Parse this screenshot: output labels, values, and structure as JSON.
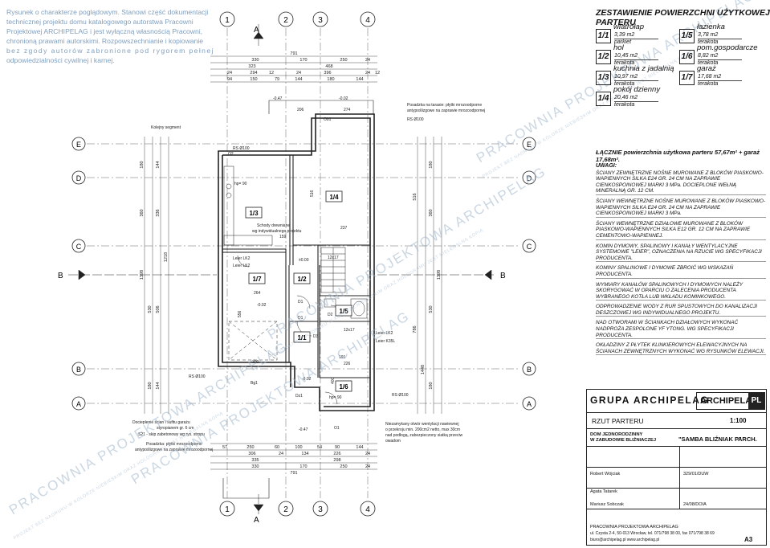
{
  "disclaimer": {
    "lines": [
      "Rysunek o charakterze poglądowym. Stanowi część dokumentacji",
      "technicznej projektu domu katalogowego autorstwa Pracowni",
      "Projektowej ARCHIPELAG i jest wyłączną własnością Pracowni,",
      "chronioną prawami autorskimi. Rozpowszechnianie i kopiowanie",
      "bez zgody autorów zabronione pod rygorem pełnej",
      "odpowiedzialności cywilnej i karnej."
    ]
  },
  "watermark": {
    "main": "PRACOWNIA PROJEKTOWA ARCHIPELAG",
    "sub": "PROJEKT BEZ NADRUKU W KOLORZE NIEBIESKIM ORAZ HOLOGRAMU JEST NIELEGALNĄ KOPIĄ"
  },
  "plan": {
    "axes_top": [
      "1",
      "2",
      "3",
      "4"
    ],
    "axes_left": [
      "E",
      "D",
      "C",
      "B",
      "A"
    ],
    "section_mark": "A",
    "section_side": "B",
    "top_dims_row1": [
      "791"
    ],
    "top_dims_row2": [
      "330",
      "170",
      "250",
      "24"
    ],
    "top_dims_row3": [
      "323",
      "468"
    ],
    "top_dims_row4": [
      "24",
      "294",
      "12",
      "24",
      "396",
      "24",
      "12"
    ],
    "top_dims_row5": [
      "94",
      "150",
      "79",
      "144",
      "180",
      "144"
    ],
    "bottom_dims_row1": [
      "57",
      "250",
      "60",
      "100",
      "54",
      "90",
      "144"
    ],
    "bottom_dims_row2": [
      "306",
      "24",
      "134",
      "226",
      "24"
    ],
    "bottom_dims_row3": [
      "335",
      "298"
    ],
    "bottom_dims_row4": [
      "330",
      "170",
      "250",
      "24"
    ],
    "bottom_dims_row5": [
      "791"
    ],
    "left_dims": [
      "180",
      "360",
      "1398",
      "530",
      "180"
    ],
    "left_dims2": [
      "144",
      "336",
      "1218",
      "506",
      "144"
    ],
    "right_dims": [
      "180",
      "360",
      "1398",
      "530",
      "180"
    ],
    "right_dims2": [
      "516",
      "786",
      "1448"
    ],
    "room_tags": {
      "r11": "1/1",
      "r12": "1/2",
      "r13": "1/3",
      "r14": "1/4",
      "r15": "1/5",
      "r16": "1/6",
      "r17": "1/7"
    },
    "labels": {
      "kolejny_segment": "Kolejny segment",
      "rs100_top": "RS Ø100",
      "rs100_left": "RS Ø100",
      "rs100_right": "RS Ø100",
      "rs100_mid": "RS Ø100",
      "posadzka_taras": "Posadzka na tarasie: płytki mrozoodporne",
      "posadzka_taras2": "antypoślizgowe na zaprawie mrozoodpornej",
      "schody": "Schody drewniane",
      "schody2": "wg indywidualnego projektu",
      "leier1": "Leier LK2",
      "leier2": "Leier LK2",
      "leier3": "Leier LK2",
      "leier4": "Leier K35L",
      "docieplenie": "Docieplenie ścian i sufitu garażu",
      "docieplenie2": "styropianem gr. 6 cm",
      "s21": "S21 - skip zabetonowy wg rys. stropu",
      "posadzka_garaz": "Posadzka: płytki mrozoodporne",
      "posadzka_garaz2": "antypoślizgowe na zaprawie mrozoodpornej",
      "niezamykany": "Niezamykany otwór wentylacji nawiewnej",
      "niezamykany2": "o przekroju min. 200cm2 netto, max 30cm",
      "niezamykany3": "nad podłogą, zabezpieczony siatką przeciw",
      "niezamykany4": "owadom",
      "hp90a": "hp= 90",
      "hp90b": "hp= 90",
      "lvl1": "-0.47",
      "lvl2": "-0.02",
      "lvl3": "±0.00",
      "lvl4": "-0.02",
      "lvl5": "-0.47",
      "lvl6": "-0.02",
      "ob1": "Ob1",
      "o2": "O2",
      "o1": "O1",
      "d1": "D1",
      "d1b": "D1",
      "dz1": "Dz1",
      "bg1": "Bg1",
      "d2": "D2",
      "d3": "D3",
      "s12x17a": "12x17",
      "s12x17b": "12x17",
      "n159": "159",
      "n237": "237",
      "n206": "206",
      "n274": "274",
      "n264": "264",
      "n556": "556",
      "n300": "300",
      "n191": "191",
      "n226": "226",
      "n516": "516",
      "n400": "400"
    }
  },
  "summary": {
    "title": "ZESTAWIENIE POWIERZCHNI UŻYTKOWEJ PARTERU",
    "rooms": [
      {
        "num": "1/1",
        "name": "wiatrołap",
        "area": "3,39 m2",
        "floor": "parkiet"
      },
      {
        "num": "1/2",
        "name": "hol",
        "area": "10,45 m2",
        "floor": "terakota"
      },
      {
        "num": "1/3",
        "name": "kuchnia z jadalnią",
        "area": "10,97 m2",
        "floor": "terakota"
      },
      {
        "num": "1/4",
        "name": "pokój dzienny",
        "area": "20,46 m2",
        "floor": "terakota"
      },
      {
        "num": "1/5",
        "name": "łazienka",
        "area": "3,78 m2",
        "floor": "terakota"
      },
      {
        "num": "1/6",
        "name": "pom.gospodarcze",
        "area": "8,82 m2",
        "floor": "terakota"
      },
      {
        "num": "1/7",
        "name": "garaż",
        "area": "17,68 m2",
        "floor": "terakota"
      }
    ],
    "total": "ŁĄCZNIE powierzchnia użytkowa parteru 57,67m² + garaż 17,68m².",
    "notes_title": "UWAGI:",
    "notes": [
      "ŚCIANY ZEWNĘTRZNE NOŚNE MUROWANE Z BLOKÓW PIASKOWO-WAPIENNYCH SILKA E24 GR. 24 CM NA ZAPRAWIE CIENKOSPOINOWEJ MARKI 3 MPa. DOCIEPLONE WEŁNĄ MINERALNĄ GR. 12 CM.",
      "ŚCIANY WEWNĘTRZNE NOŚNE MUROWANE Z BLOKÓW PIASKOWO-WAPIENNYCH SILKA E24 GR. 24 CM NA ZAPRAWIE CIENKOSPOINOWEJ MARKI 3 MPa.",
      "ŚCIANY WEWNĘTRZNE DZIAŁOWE MUROWANE Z BLOKÓW PIASKOWO-WAPIENNYCH SILKA E12 GR. 12 CM NA ZAPRAWIE CEMENTOWO-WAPIENNEJ.",
      "KOMIN DYMOWY, SPALINOWY I KANAŁY WENTYLACYJNE SYSTEMOWE \"LEIER\", OZNACZENIA NA RZUCIE WG SPECYFIKACJI PRODUCENTA.",
      "KOMINY SPALINOWE I DYMOWE ZBROIĆ WG WSKAZAŃ PRODUCENTA.",
      "WYMIARY KANAŁÓW SPALINOWYCH I DYMOWYCH NALEŻY SKORYGOWAĆ W OPARCIU O ZALECENIA PRODUCENTA WYBRANEGO KOTŁA LUB WKŁADU KOMINKOWEGO.",
      "ODPROWADZENIE WODY Z RUR SPUSTOWYCH DO KANALIZACJI DESZCZOWEJ WG INDYWIDUALNEGO PROJEKTU.",
      "NAD OTWORAMI W ŚCIANKACH DZIAŁOWYCH WYKONAĆ NADPROŻA ZESPOLONE YF YTONG. WG SPECYFIKACJI PRODUCENTA.",
      "OKŁADZINY Z PŁYTEK KLINKIEROWYCH ELEWACYJNYCH NA ŚCIANACH ZEWNĘTRZNYCH WYKONAĆ WG RYSUNKÓW ELEWACJI."
    ]
  },
  "titleblock": {
    "grupa": "GRUPA ARCHIPELAG",
    "brand": "ARCHIPELAG",
    "brand_pl": "PL",
    "drawing": "RZUT PARTERU",
    "scale": "1:100",
    "type_line1": "DOM JEDNORODZINNY",
    "type_line2": "W ZABUDOWIE BLIŹNIACZEJ",
    "project": "\"SAMBA BLIŹNIAK P\"",
    "branch": "ARCH.",
    "people": [
      {
        "name": "Robert Wójciak",
        "id": "329/01/DUW"
      },
      {
        "name": "Agata Tatarek",
        "id": ""
      },
      {
        "name": "Mariusz Sobczak",
        "id": "24/08/DOIA"
      }
    ],
    "company": "PRACOWNIA PROJEKTOWA ARCHIPELAG",
    "address": "ul. Czysta 2-4, 50-013 Wrocław, tel. 071/798 38 00, fax 071/798 38 69",
    "contact": "biuro@archipelag.pl  www.archipelag.pl",
    "sheet": "A3"
  }
}
